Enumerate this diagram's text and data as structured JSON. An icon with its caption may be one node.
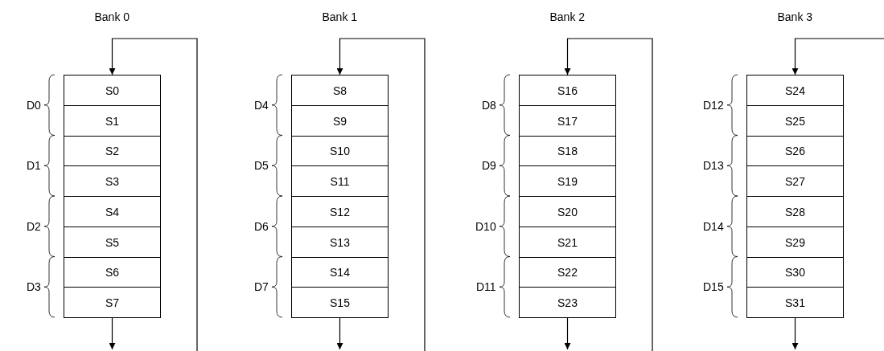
{
  "diagram": {
    "nodes": [
      {
        "text": [
          "Bank 0"
        ]
      },
      {
        "text": [
          "S0"
        ],
        "in": 0
      },
      {
        "text": [
          "S1"
        ],
        "in": 0
      },
      {
        "text": [
          "S2"
        ],
        "in": 0
      },
      {
        "text": [
          "S3"
        ],
        "in": 0
      },
      {
        "text": [
          "S4"
        ],
        "in": 0
      },
      {
        "text": [
          "S5"
        ],
        "in": 0
      },
      {
        "text": [
          "S6"
        ],
        "in": 0
      },
      {
        "text": [
          "S7"
        ],
        "in": 0
      },
      {
        "text": [
          "Bank 1"
        ]
      },
      {
        "text": [
          "S8"
        ],
        "in": 9
      },
      {
        "text": [
          "S9"
        ],
        "in": 9
      },
      {
        "text": [
          "S10"
        ],
        "in": 9
      },
      {
        "text": [
          "S11"
        ],
        "in": 9
      },
      {
        "text": [
          "S12"
        ],
        "in": 9
      },
      {
        "text": [
          "S13"
        ],
        "in": 9
      },
      {
        "text": [
          "S14"
        ],
        "in": 9
      },
      {
        "text": [
          "S15"
        ],
        "in": 9
      },
      {
        "text": [
          "Bank 2"
        ]
      },
      {
        "text": [
          "S16"
        ],
        "in": 18
      },
      {
        "text": [
          "S17"
        ],
        "in": 18
      },
      {
        "text": [
          "S18"
        ],
        "in": 18
      },
      {
        "text": [
          "S19"
        ],
        "in": 18
      },
      {
        "text": [
          "S20"
        ],
        "in": 18
      },
      {
        "text": [
          "S21"
        ],
        "in": 18
      },
      {
        "text": [
          "S22"
        ],
        "in": 18
      },
      {
        "text": [
          "S23"
        ],
        "in": 18
      },
      {
        "text": [
          "Bank 3"
        ]
      },
      {
        "text": [
          "S24"
        ],
        "in": 27
      },
      {
        "text": [
          "S25"
        ],
        "in": 27
      },
      {
        "text": [
          "S26"
        ],
        "in": 27
      },
      {
        "text": [
          "S27"
        ],
        "in": 27
      },
      {
        "text": [
          "S28"
        ],
        "in": 27
      },
      {
        "text": [
          "S29"
        ],
        "in": 27
      },
      {
        "text": [
          "S30"
        ],
        "in": 27
      },
      {
        "text": [
          "S31"
        ],
        "in": 27
      }
    ],
    "edges": [
      {
        "from": null,
        "to": 0,
        "arrow": "to"
      },
      {
        "from": 0,
        "to": null,
        "arrow": "to"
      },
      {
        "from": null,
        "to": 9,
        "arrow": "to"
      },
      {
        "from": 9,
        "to": null,
        "arrow": "to"
      },
      {
        "from": null,
        "to": 18,
        "arrow": "to"
      },
      {
        "from": 18,
        "to": null,
        "arrow": "to"
      },
      {
        "from": null,
        "to": 27,
        "arrow": "to"
      },
      {
        "from": 27,
        "to": null,
        "arrow": "to"
      }
    ],
    "labels": [
      "D0",
      "D1",
      "D2",
      "D3",
      "D4",
      "D5",
      "D6",
      "D7",
      "D8",
      "D9",
      "D10",
      "D11",
      "D12",
      "D13",
      "D14",
      "D15"
    ]
  }
}
